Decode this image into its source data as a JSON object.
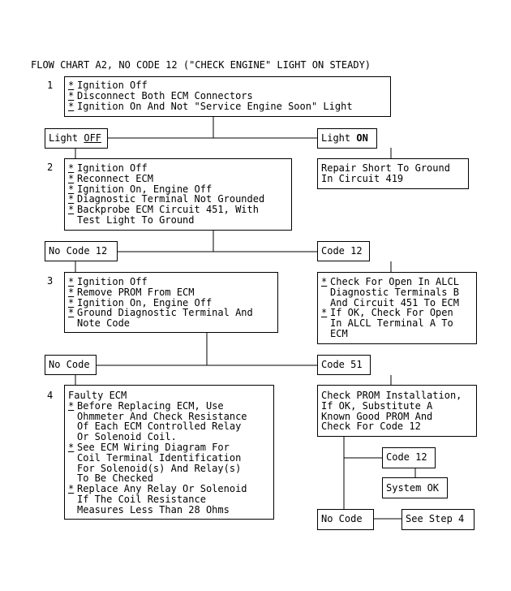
{
  "title": "FLOW CHART A2, NO CODE 12 (\"CHECK ENGINE\" LIGHT ON STEADY)",
  "steps": {
    "s1": {
      "num": "1",
      "lines": [
        {
          "bullet": "*",
          "text": "Ignition Off"
        },
        {
          "bullet": "*",
          "text": "Disconnect Both ECM Connectors"
        },
        {
          "bullet": "*",
          "text": "Ignition On And Not \"Service Engine Soon\" Light"
        }
      ]
    },
    "s2": {
      "num": "2",
      "lines": [
        {
          "bullet": "*",
          "text": "Ignition Off"
        },
        {
          "bullet": "*",
          "text": "Reconnect ECM"
        },
        {
          "bullet": "*",
          "text": "Ignition On, Engine Off"
        },
        {
          "bullet": "*",
          "text": "Diagnostic Terminal Not Grounded"
        },
        {
          "bullet": "*",
          "text": "Backprobe ECM Circuit 451, With"
        },
        {
          "bullet": "",
          "text": "Test Light To Ground"
        }
      ]
    },
    "s3": {
      "num": "3",
      "lines": [
        {
          "bullet": "*",
          "text": "Ignition Off"
        },
        {
          "bullet": "*",
          "text": "Remove PROM From ECM"
        },
        {
          "bullet": "*",
          "text": "Ignition On, Engine Off"
        },
        {
          "bullet": "*",
          "text": "Ground Diagnostic Terminal And"
        },
        {
          "bullet": "",
          "text": "Note Code"
        }
      ]
    },
    "s4": {
      "num": "4",
      "lines": [
        {
          "bullet": "",
          "text": "Faulty ECM",
          "flush": true
        },
        {
          "bullet": "*",
          "text": "Before Replacing ECM, Use"
        },
        {
          "bullet": "",
          "text": "Ohmmeter And Check Resistance"
        },
        {
          "bullet": "",
          "text": "Of Each ECM Controlled Relay"
        },
        {
          "bullet": "",
          "text": "Or Solenoid Coil."
        },
        {
          "bullet": "*",
          "text": "See ECM Wiring Diagram For"
        },
        {
          "bullet": "",
          "text": "Coil Terminal Identification"
        },
        {
          "bullet": "",
          "text": "For Solenoid(s) And Relay(s)"
        },
        {
          "bullet": "",
          "text": "To Be Checked"
        },
        {
          "bullet": "*",
          "text": "Replace Any Relay Or Solenoid"
        },
        {
          "bullet": "",
          "text": "If The Coil Resistance"
        },
        {
          "bullet": "",
          "text": "Measures Less Than 28 Ohms"
        }
      ]
    }
  },
  "branches": {
    "light_off": {
      "prefix": "Light ",
      "emph": "OFF"
    },
    "light_on": {
      "prefix": "Light ",
      "emph": "ON"
    },
    "no_code_12": "No Code 12",
    "code_12": "Code 12",
    "no_code": "No Code",
    "code_51": "Code 51",
    "code_12_b": "Code 12",
    "no_code_b": "No Code"
  },
  "results": {
    "repair_short": [
      "Repair Short To Ground",
      "In Circuit 419"
    ],
    "check_open": [
      {
        "bullet": "*",
        "text": "Check For Open In ALCL"
      },
      {
        "bullet": "",
        "text": "Diagnostic Terminals B"
      },
      {
        "bullet": "",
        "text": "And Circuit 451 To ECM"
      },
      {
        "bullet": "*",
        "text": "If OK, Check For Open"
      },
      {
        "bullet": "",
        "text": "In ALCL Terminal A To"
      },
      {
        "bullet": "",
        "text": "ECM"
      }
    ],
    "check_prom": [
      "Check PROM Installation,",
      "If OK, Substitute A",
      "Known Good PROM And",
      "Check For Code 12"
    ],
    "system_ok": "System OK",
    "see_step_4": "See Step 4"
  }
}
